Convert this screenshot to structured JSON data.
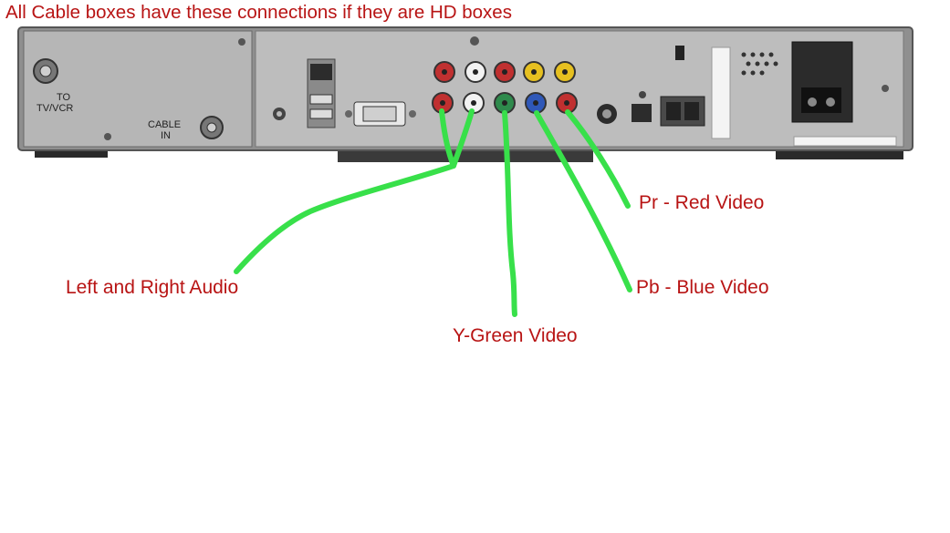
{
  "title": "All Cable boxes have these connections if they are HD boxes",
  "panel": {
    "to_tv_vcr": "TO\nTV/VCR",
    "cable_in": "CABLE\nIN"
  },
  "callouts": {
    "audio": "Left and Right Audio",
    "y_green": "Y-Green Video",
    "pb_blue": "Pb - Blue Video",
    "pr_red": "Pr - Red Video"
  },
  "colors": {
    "label_text": "#b81414",
    "pointer_line": "#38e04a",
    "chassis": "#9a9a9a",
    "panel": "#b9b9b9"
  }
}
